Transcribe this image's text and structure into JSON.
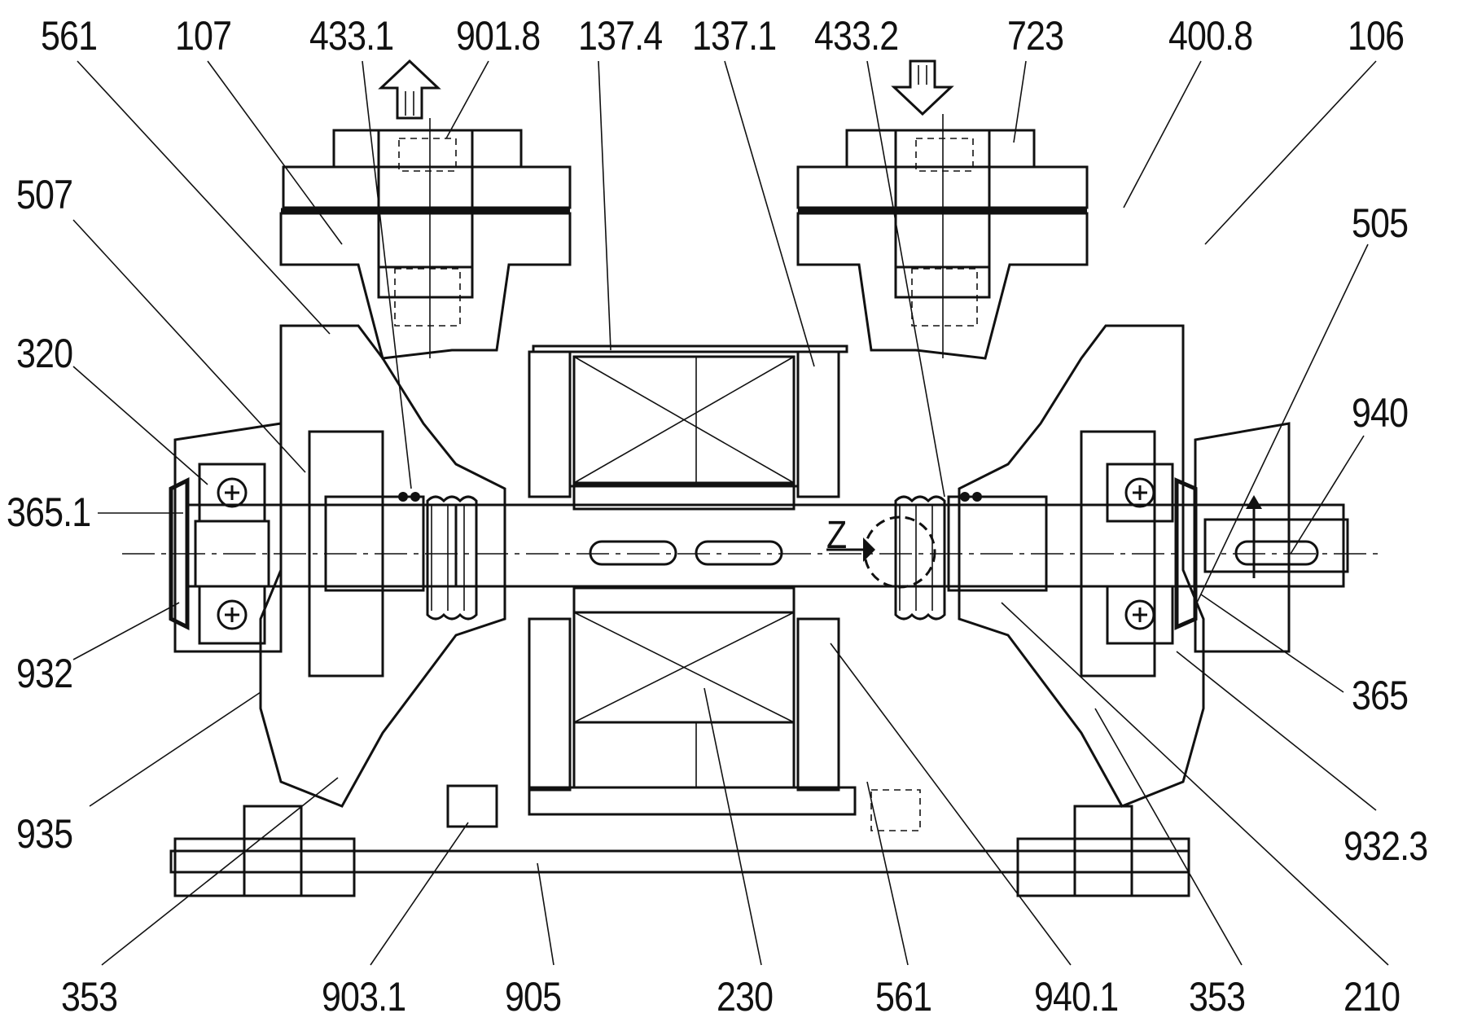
{
  "labels": {
    "l561a": "561",
    "l107": "107",
    "l4331": "433.1",
    "l9018": "901.8",
    "l1374": "137.4",
    "l1371": "137.1",
    "l4332": "433.2",
    "l723": "723",
    "l4008": "400.8",
    "l106": "106",
    "l507": "507",
    "l505": "505",
    "l320": "320",
    "l940": "940",
    "l3651": "365.1",
    "l932": "932",
    "l365": "365",
    "l935": "935",
    "l9323": "932.3",
    "l353a": "353",
    "l9031": "903.1",
    "l905": "905",
    "l230": "230",
    "l561b": "561",
    "l9401": "940.1",
    "l353b": "353",
    "l210": "210",
    "z": "Z"
  }
}
